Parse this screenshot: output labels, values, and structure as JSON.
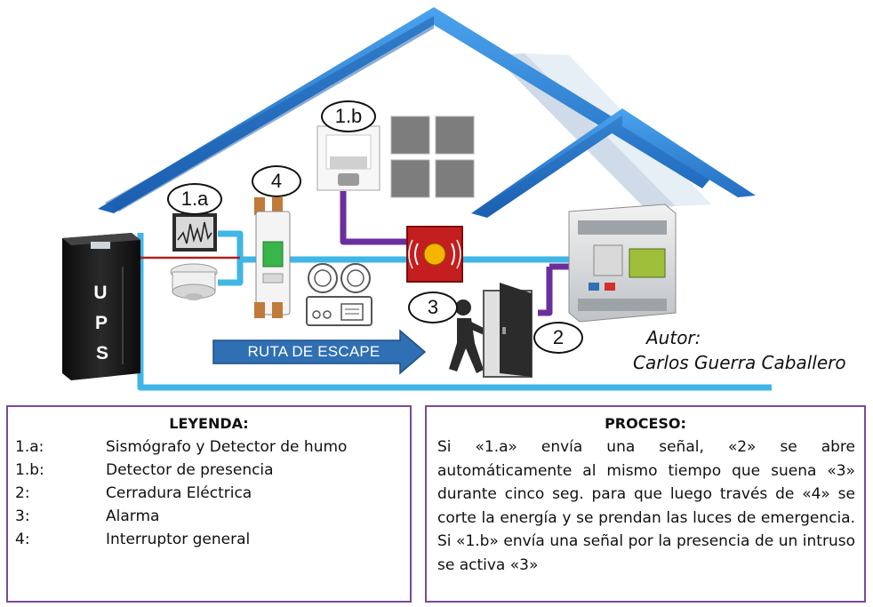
{
  "diagram": {
    "callouts": {
      "c1a": "1.a",
      "c4": "4",
      "c1b": "1.b",
      "c3": "3",
      "c2": "2"
    },
    "ups_letters": [
      "U",
      "P",
      "S"
    ],
    "escape_route_label": "RUTA DE ESCAPE",
    "author_label": "Autor:",
    "author_name": "Carlos Guerra Caballero"
  },
  "legend": {
    "title": "LEYENDA:",
    "items": [
      {
        "key": "1.a:",
        "label": "Sismógrafo y Detector de humo"
      },
      {
        "key": "1.b:",
        "label": "Detector de presencia"
      },
      {
        "key": "2:",
        "label": "Cerradura Eléctrica"
      },
      {
        "key": "3:",
        "label": "Alarma"
      },
      {
        "key": "4:",
        "label": "Interruptor general"
      }
    ]
  },
  "process": {
    "title": "PROCESO:",
    "text": "Si «1.a» envía una señal, «2» se abre automáticamente al mismo tiempo que suena «3» durante cinco seg. para que luego través de «4» se corte la energía y se prendan las luces de emergencia. Si «1.b» envía una señal por la presencia de un intruso se activa «3»"
  },
  "colors": {
    "roof_blue": "#2a7fd4",
    "cable_light_blue": "#3fb6e6",
    "cable_purple": "#6b2f9c",
    "cable_red": "#b02020",
    "panel_border": "#7b4a96",
    "arrow_blue": "#2f6fb3"
  },
  "icons": [
    "seismograph-icon",
    "smoke-detector-icon",
    "presence-detector-icon",
    "alarm-icon",
    "circuit-breaker-icon",
    "emergency-lights-icon",
    "plc-controller-icon",
    "person-exit-icon",
    "electric-door-icon",
    "ups-icon",
    "window-icon"
  ]
}
